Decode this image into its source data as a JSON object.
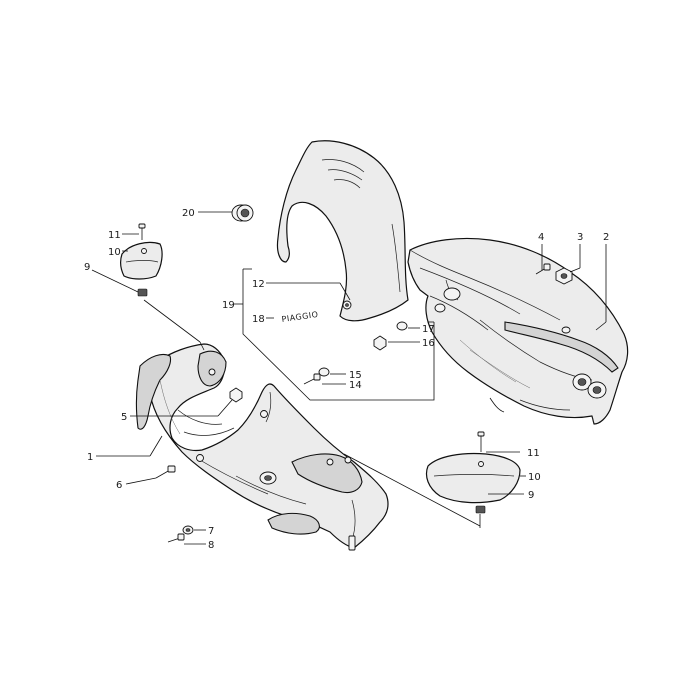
{
  "labels": {
    "l1": "1",
    "l2": "2",
    "l3": "3",
    "l4": "4",
    "l5": "5",
    "l6": "6",
    "l7": "7",
    "l8": "8",
    "l9a": "9",
    "l9b": "9",
    "l10a": "10",
    "l10b": "10",
    "l11a": "11",
    "l11b": "11",
    "l12": "12",
    "l14": "14",
    "l15": "15",
    "l16": "16",
    "l17": "17",
    "l18": "18",
    "l19": "19",
    "l20": "20"
  },
  "brand_text": "PIAGGIO"
}
